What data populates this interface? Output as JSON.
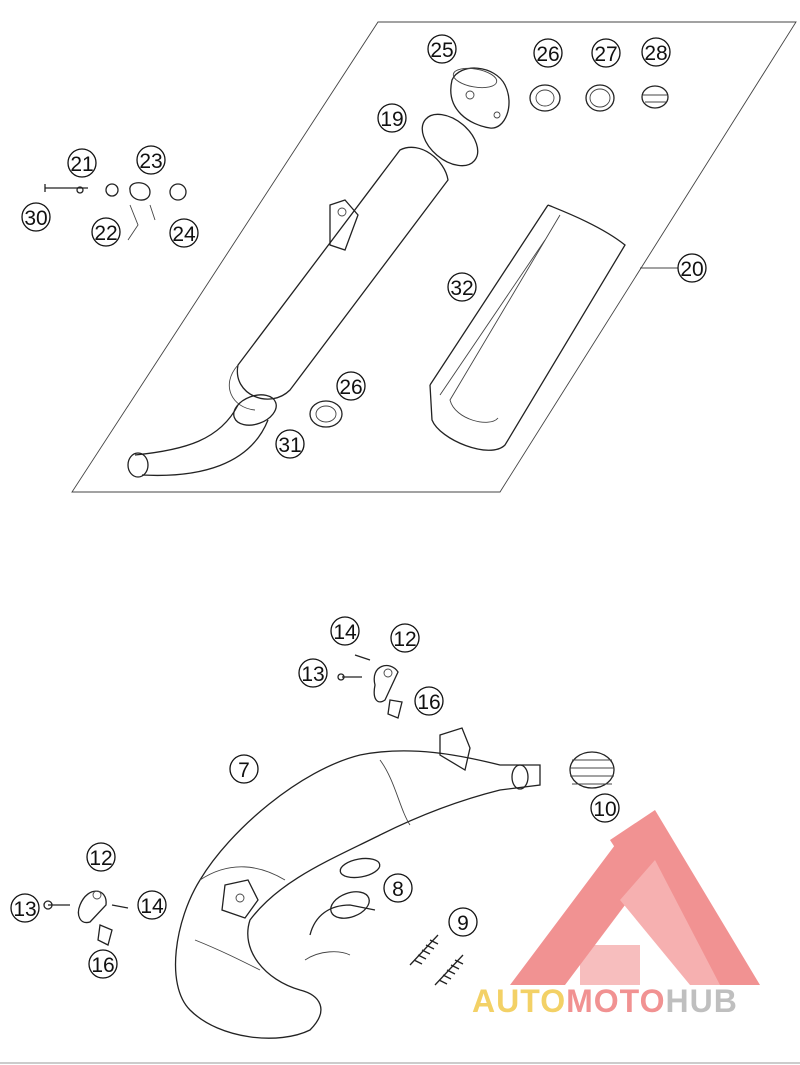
{
  "diagram": {
    "callouts": {
      "c25": "25",
      "c26a": "26",
      "c27": "27",
      "c28": "28",
      "c19": "19",
      "c20": "20",
      "c32": "32",
      "c26b": "26",
      "c31": "31",
      "c21": "21",
      "c23": "23",
      "c30": "30",
      "c22": "22",
      "c24": "24",
      "c14a": "14",
      "c12a": "12",
      "c13a": "13",
      "c16a": "16",
      "c7": "7",
      "c10": "10",
      "c8": "8",
      "c9": "9",
      "c12b": "12",
      "c13b": "13",
      "c14b": "14",
      "c16b": "16"
    }
  },
  "watermark": {
    "brand_part1": "AUTO",
    "brand_part2": "MOTO",
    "brand_part3": "HUB",
    "colors": {
      "gold": "#f2c94c",
      "red": "#ef7f7f",
      "gray": "#b5b5b5"
    }
  }
}
